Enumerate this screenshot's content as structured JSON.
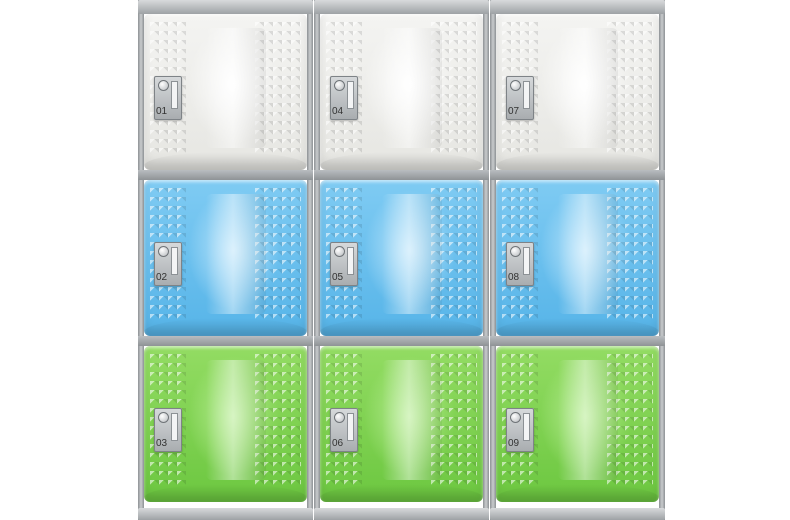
{
  "image": {
    "subject": "modular plastic lockers",
    "colors": {
      "white_door": "#f1f1ef",
      "blue_door": "#6cc0ee",
      "green_door": "#82d454",
      "frame": "#a5a9ac"
    }
  },
  "lockers": [
    {
      "number": "01",
      "color": "white"
    },
    {
      "number": "02",
      "color": "blue"
    },
    {
      "number": "03",
      "color": "green"
    },
    {
      "number": "04",
      "color": "white"
    },
    {
      "number": "05",
      "color": "blue"
    },
    {
      "number": "06",
      "color": "green"
    },
    {
      "number": "07",
      "color": "white"
    },
    {
      "number": "08",
      "color": "blue"
    },
    {
      "number": "09",
      "color": "green"
    }
  ]
}
